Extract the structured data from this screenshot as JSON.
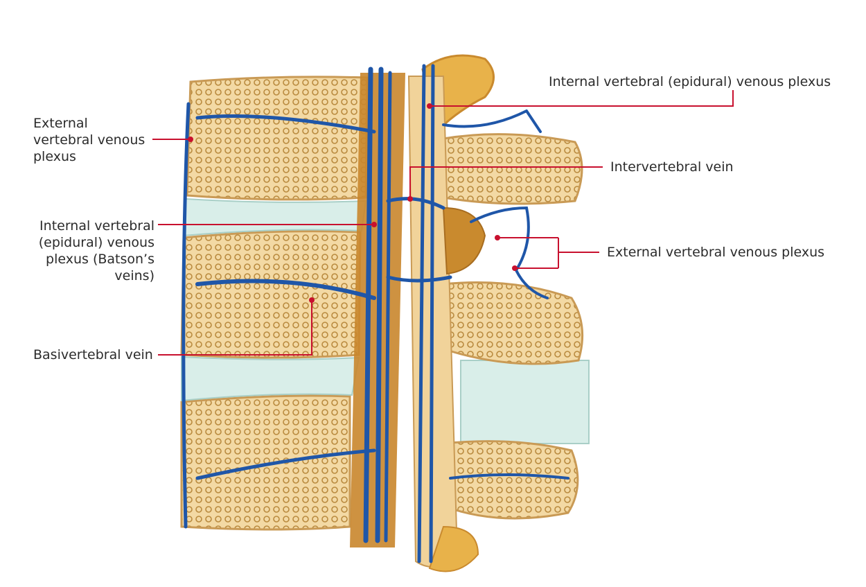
{
  "labels": {
    "external_left": [
      "External",
      "vertebral venous",
      "plexus"
    ],
    "internal_left": [
      "Internal vertebral",
      "(epidural) venous",
      "plexus (Batson’s",
      "veins)"
    ],
    "basivertebral": "Basivertebral vein",
    "internal_top_right": "Internal vertebral (epidural) venous plexus",
    "intervertebral": "Intervertebral vein",
    "external_right": "External vertebral venous plexus"
  },
  "colors": {
    "leader_line": "#c8102e",
    "vein": "#1f56a8",
    "bone": "#f1d39a",
    "bone_dark": "#c98a2e",
    "disc": "#d7ece8",
    "text": "#2b2b2b"
  }
}
